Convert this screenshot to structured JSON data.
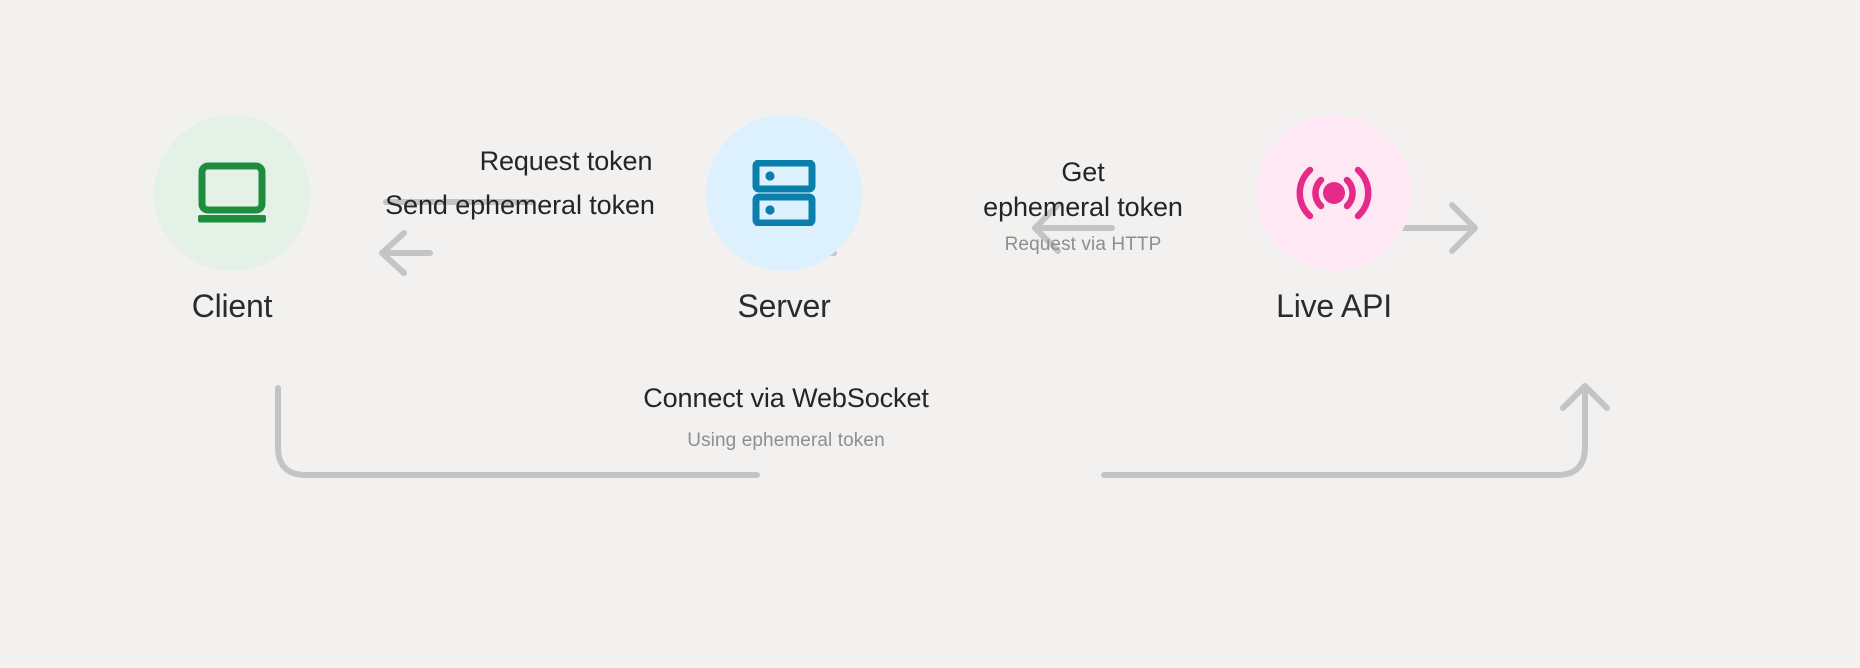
{
  "diagram": {
    "title": "Live API ephemeral token flow",
    "background_color": "#f2f1ef"
  },
  "nodes": [
    {
      "id": "client",
      "label": "Client",
      "icon": "laptop-icon",
      "circle_color": "#e4f1e7",
      "icon_color": "#1e8e3e"
    },
    {
      "id": "server",
      "label": "Server",
      "icon": "server-rack-icon",
      "circle_color": "#ddf0fd",
      "icon_color": "#0b7fab"
    },
    {
      "id": "live-api",
      "label": "Live API",
      "icon": "broadcast-signal-icon",
      "circle_color": "#fde8f3",
      "icon_color": "#e52a8a"
    }
  ],
  "edges": [
    {
      "id": "request-token",
      "label": "Request token",
      "sublabel": "",
      "from": "client",
      "to": "server",
      "direction": "right"
    },
    {
      "id": "send-ephemeral-token",
      "label": "Send ephemeral token",
      "sublabel": "",
      "from": "server",
      "to": "client",
      "direction": "left"
    },
    {
      "id": "get-ephemeral-token",
      "label_line1": "Get",
      "label_line2": "ephemeral token",
      "sublabel": "Request via HTTP",
      "from": "server",
      "to": "live-api",
      "direction": "both"
    },
    {
      "id": "connect-websocket",
      "label": "Connect via WebSocket",
      "sublabel": "Using ephemeral token",
      "from": "client",
      "to": "live-api",
      "direction": "right"
    }
  ],
  "colors": {
    "connector": "#c4c4c4",
    "text_primary": "#252525",
    "text_secondary": "#8e8e8e",
    "green": "#1e8e3e",
    "green_bg": "#e4f1e7",
    "blue": "#0b7fab",
    "blue_bg": "#ddf0fd",
    "pink": "#e52a8a",
    "pink_bg": "#fde8f3"
  }
}
